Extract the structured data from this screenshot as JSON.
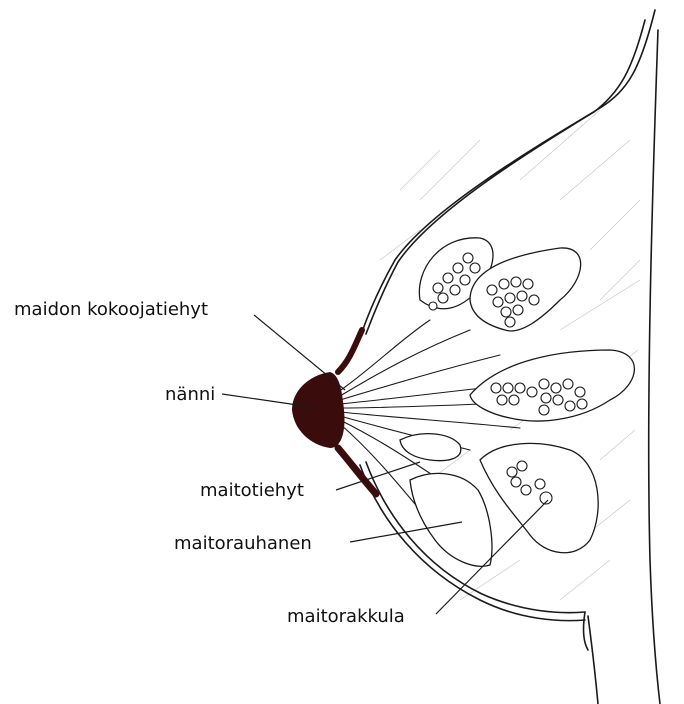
{
  "labels": {
    "collecting_duct": "maidon kokoojatiehyt",
    "nipple": "nänni",
    "milk_duct": "maitotiehyt",
    "mammary_gland": "maitorauhanen",
    "alveolus": "maitorakkula"
  },
  "colors": {
    "ink": "#1a1a1a",
    "nipple_fill": "#3a0c0c",
    "hatching": "#9a9a9a",
    "background": "#ffffff"
  }
}
